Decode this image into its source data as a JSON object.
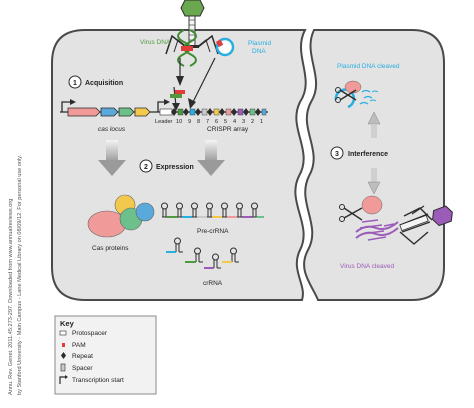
{
  "virus_dna_label": "Virus DNA",
  "plasmid_label_line1": "Plasmid",
  "plasmid_label_line2": "DNA",
  "step1": {
    "number": "1",
    "label": "Acquisition"
  },
  "step2": {
    "number": "2",
    "label": "Expression"
  },
  "step3": {
    "number": "3",
    "label": "Interference"
  },
  "cas_locus_label": "cas locus",
  "leader_label": "Leader",
  "spacer_numbers": [
    "10",
    "9",
    "8",
    "7",
    "6",
    "5",
    "4",
    "3",
    "2",
    "1"
  ],
  "crispr_array_label": "CRISPR array",
  "cas_proteins_label": "Cas proteins",
  "pre_crrna_label": "Pre-crRNA",
  "crrna_label": "crRNA",
  "plasmid_cleaved_label": "Plasmid DNA cleaved",
  "virus_cleaved_label": "Virus DNA cleaved",
  "key": {
    "title": "Key",
    "items": [
      "Protospacer",
      "PAM",
      "Repeat",
      "Spacer",
      "Transcription start"
    ]
  },
  "side_text": {
    "line1": "Annu. Rev. Genet. 2011.45:273-297. Downloaded from www.annualreviews.org",
    "line2": "by Stanford University - Main Campus - Lane Medical Library on 08/09/12. For personal use only."
  },
  "colors": {
    "cell_fill": "#e3e3e3",
    "cell_stroke": "#4a4a4a",
    "virus_green": "#4f9a3f",
    "plasmid_blue": "#29aee0",
    "virus_purple": "#9a5cb8",
    "cas_red": "#f09a9a",
    "cas_yellow": "#f2c94c",
    "cas_green": "#6dbf8b",
    "cas_blue": "#59a9da",
    "pam_red": "#e33b3b"
  }
}
